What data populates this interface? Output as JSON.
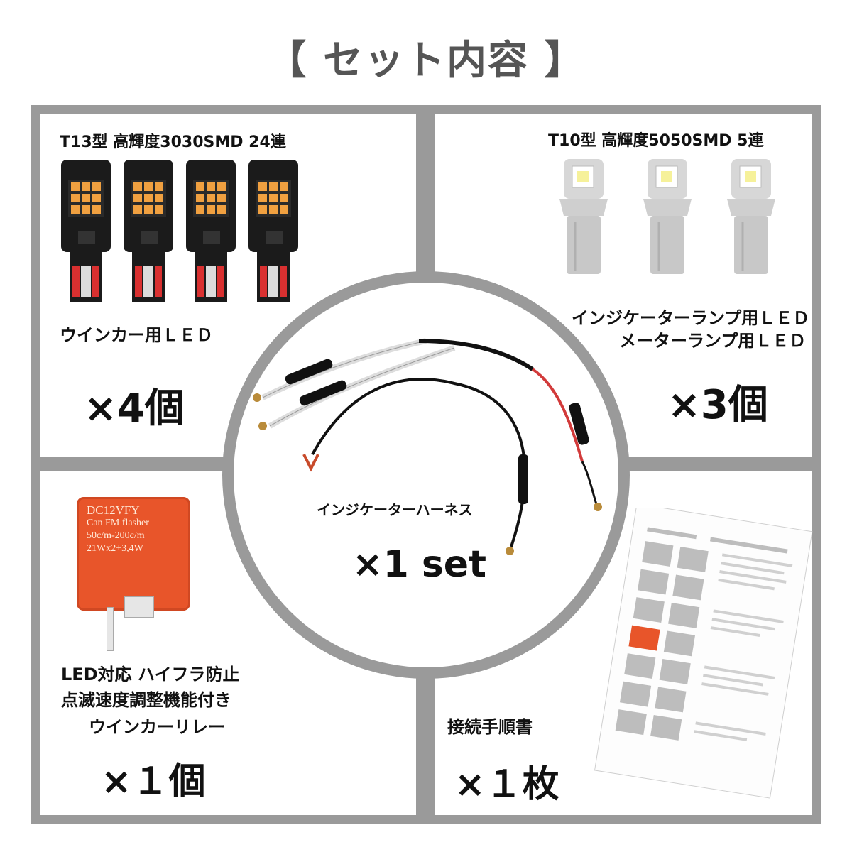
{
  "title": "【 セット内容 】",
  "tl": {
    "spec": "T13型 高輝度3030SMD 24連",
    "use": "ウインカー用ＬＥＤ",
    "qty": "×4個"
  },
  "tr": {
    "spec": "T10型 高輝度5050SMD 5連",
    "use1": "インジケーターランプ用ＬＥＤ",
    "use2": "メーターランプ用ＬＥＤ",
    "qty": "×3個"
  },
  "center": {
    "name": "インジケーターハーネス",
    "qty": "×1 set"
  },
  "bl": {
    "relay_lines": [
      "DC12VFY",
      "Can FM flasher",
      "50c/m-200c/m",
      "21Wx2+3,4W"
    ],
    "desc1": "LED対応 ハイフラ防止",
    "desc2": "点滅速度調整機能付き",
    "desc3": "ウインカーリレー",
    "qty": "×１個"
  },
  "br": {
    "name": "接続手順書",
    "qty": "×１枚"
  },
  "colors": {
    "frame": "#9a9a9a",
    "relay": "#e8552a",
    "led_amber": "#f0a040",
    "pcb": "#1b1b1b"
  }
}
